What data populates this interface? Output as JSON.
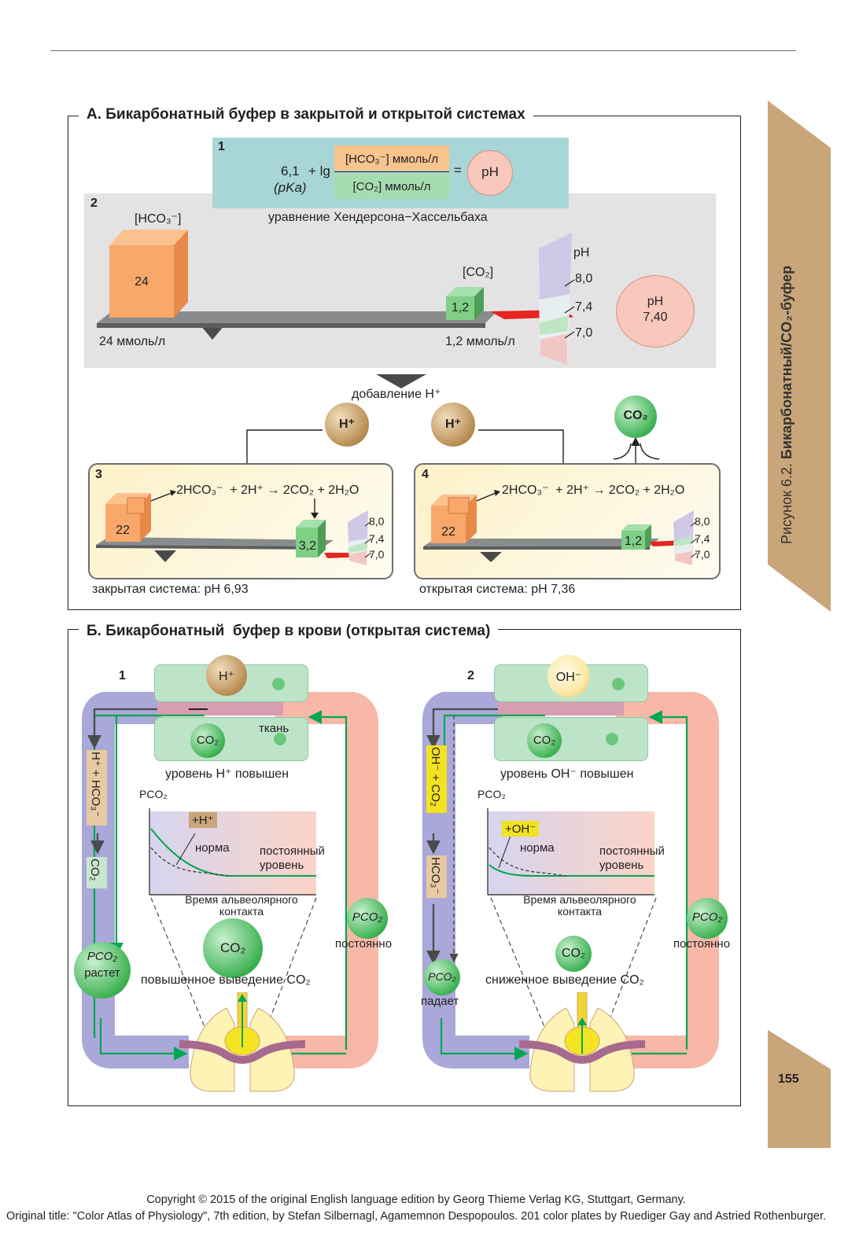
{
  "page_number": "155",
  "side_tab": {
    "prefix": "Рисунок 6.2.",
    "title": "Бикарбонатный/CO₂-буфер"
  },
  "section_a": {
    "title": "А. Бикарбонатный буфер в закрытой и открытой системах",
    "panel1": {
      "num": "1",
      "const": "6,1",
      "lg": "+ lg",
      "pka": "(pKa)",
      "numerator": "[HCO₃⁻] ммоль/л",
      "denominator": "[CO₂] ммоль/л",
      "equals": "=",
      "ph": "pH",
      "caption": "уравнение Хендерсона−Хассельбаха"
    },
    "panel2": {
      "num": "2",
      "hco3_label": "[HCO₃⁻]",
      "hco3_value": "24",
      "hco3_unit": "24 ммоль/л",
      "co2_label": "[CO₂]",
      "co2_value": "1,2",
      "co2_unit": "1,2 ммоль/л",
      "scale_title": "pH",
      "scale_ticks": [
        "8,0",
        "7,4",
        "7,0"
      ],
      "ph_circle": "pH\n7,40"
    },
    "add_label": "добавление H⁺",
    "h_ion": "H⁺",
    "co2_ball": "CO₂",
    "panel3": {
      "num": "3",
      "equation": "2HCO₃⁻  + 2H⁺ → 2CO₂ + 2H₂O",
      "hco3_value": "22",
      "co2_value": "3,2",
      "ticks": [
        "8,0",
        "7,4",
        "7,0"
      ],
      "caption": "закрытая система: pH 6,93"
    },
    "panel4": {
      "num": "4",
      "equation": "2HCO₃⁻  + 2H⁺ → 2CO₂ + 2H₂O",
      "hco3_value": "22",
      "co2_value": "1,2",
      "ticks": [
        "8,0",
        "7,4",
        "7,0"
      ],
      "caption": "открытая система: pH 7,36"
    }
  },
  "section_b": {
    "title": "Б. Бикарбонатный  буфер в крови (открытая система)",
    "left": {
      "num": "1",
      "ion": "H⁺",
      "co2": "CO₂",
      "tissue": "ткань",
      "level_text": "уровень H⁺ повышен",
      "vertical": [
        "H⁺ + HCO₃⁻",
        "CO₂"
      ],
      "pco2_axis": "PCO₂",
      "change_label": "+H⁺",
      "norm": "норма",
      "steady": "постоянный уровень",
      "xaxis": "Время альвеолярного контакта",
      "big_co2": "CO₂",
      "excretion": "повышенное выведение CO₂",
      "pco2_ball_left": "PCO₂",
      "left_state": "растет",
      "pco2_ball_right": "PCO₂",
      "right_state": "постоянно"
    },
    "right": {
      "num": "2",
      "ion": "OH⁻",
      "co2": "CO₂",
      "level_text": "уровень OH⁻ повышен",
      "vertical": [
        "OH⁻ + CO₂",
        "HCO₃⁻"
      ],
      "pco2_axis": "PCO₂",
      "change_label": "+OH⁻",
      "norm": "норма",
      "steady": "постоянный уровень",
      "xaxis": "Время альвеолярного контакта",
      "big_co2": "CO₂",
      "excretion": "сниженное выведение CO₂",
      "pco2_ball_left": "PCO₂",
      "left_state": "падает",
      "pco2_ball_right": "PCO₂",
      "right_state": "постоянно"
    }
  },
  "copyright": [
    "Copyright © 2015 of the original English language edition by Georg Thieme Verlag KG, Stuttgart, Germany.",
    "Original title: \"Color Atlas of Physiology\", 7th edition, by Stefan Silbernagl, Agamemnon Despopoulos. 201 color plates by Ruediger Gay and Astried Rothenburger."
  ],
  "colors": {
    "hco3": "#f7a86a",
    "co2": "#7fcf86",
    "panel_blue": "#a8d5d6",
    "panel_grey": "#e3e3e4",
    "yellow_box": "#fdf3cf",
    "vein": "#a9a8d8",
    "artery": "#f7b8a8",
    "green_arrow": "#00a651"
  }
}
